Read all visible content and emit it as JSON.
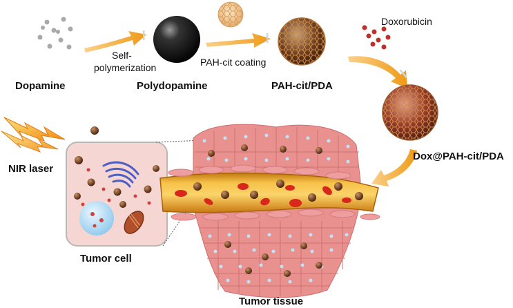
{
  "labels": {
    "dopamine": "Dopamine",
    "self_polymerization_1": "Self-",
    "self_polymerization_2": "polymerization",
    "polydopamine": "Polydopamine",
    "pah_cit_coating": "PAH-cit coating",
    "pah_cit_pda": "PAH-cit/PDA",
    "doxorubicin": "Doxorubicin",
    "dox_pah_cit_pda": "Dox@PAH-cit/PDA",
    "nir_laser": "NIR laser",
    "tumor_cell": "Tumor cell",
    "tumor_tissue": "Tumor tissue"
  },
  "icons": {
    "arrows": "orange-curved-arrow-icon",
    "dopamine": "gray-dots-icon",
    "polydopamine": "black-sphere-icon",
    "shell": "mesh-sphere-icon",
    "doxorubicin": "red-dots-icon",
    "laser": "lightning-bolt-icon",
    "cell": "tumor-cell-icon",
    "tissue": "tumor-tissue-icon"
  },
  "colors": {
    "arrow": "#f0a020",
    "sphere": "#111111",
    "mesh": "#c8873c",
    "dox": "#c0302b",
    "vessel": "#f2a81e",
    "tissue": "#e88a8a",
    "cell_bg": "#f6d6d3",
    "nucleus": "#bfe3f7"
  }
}
